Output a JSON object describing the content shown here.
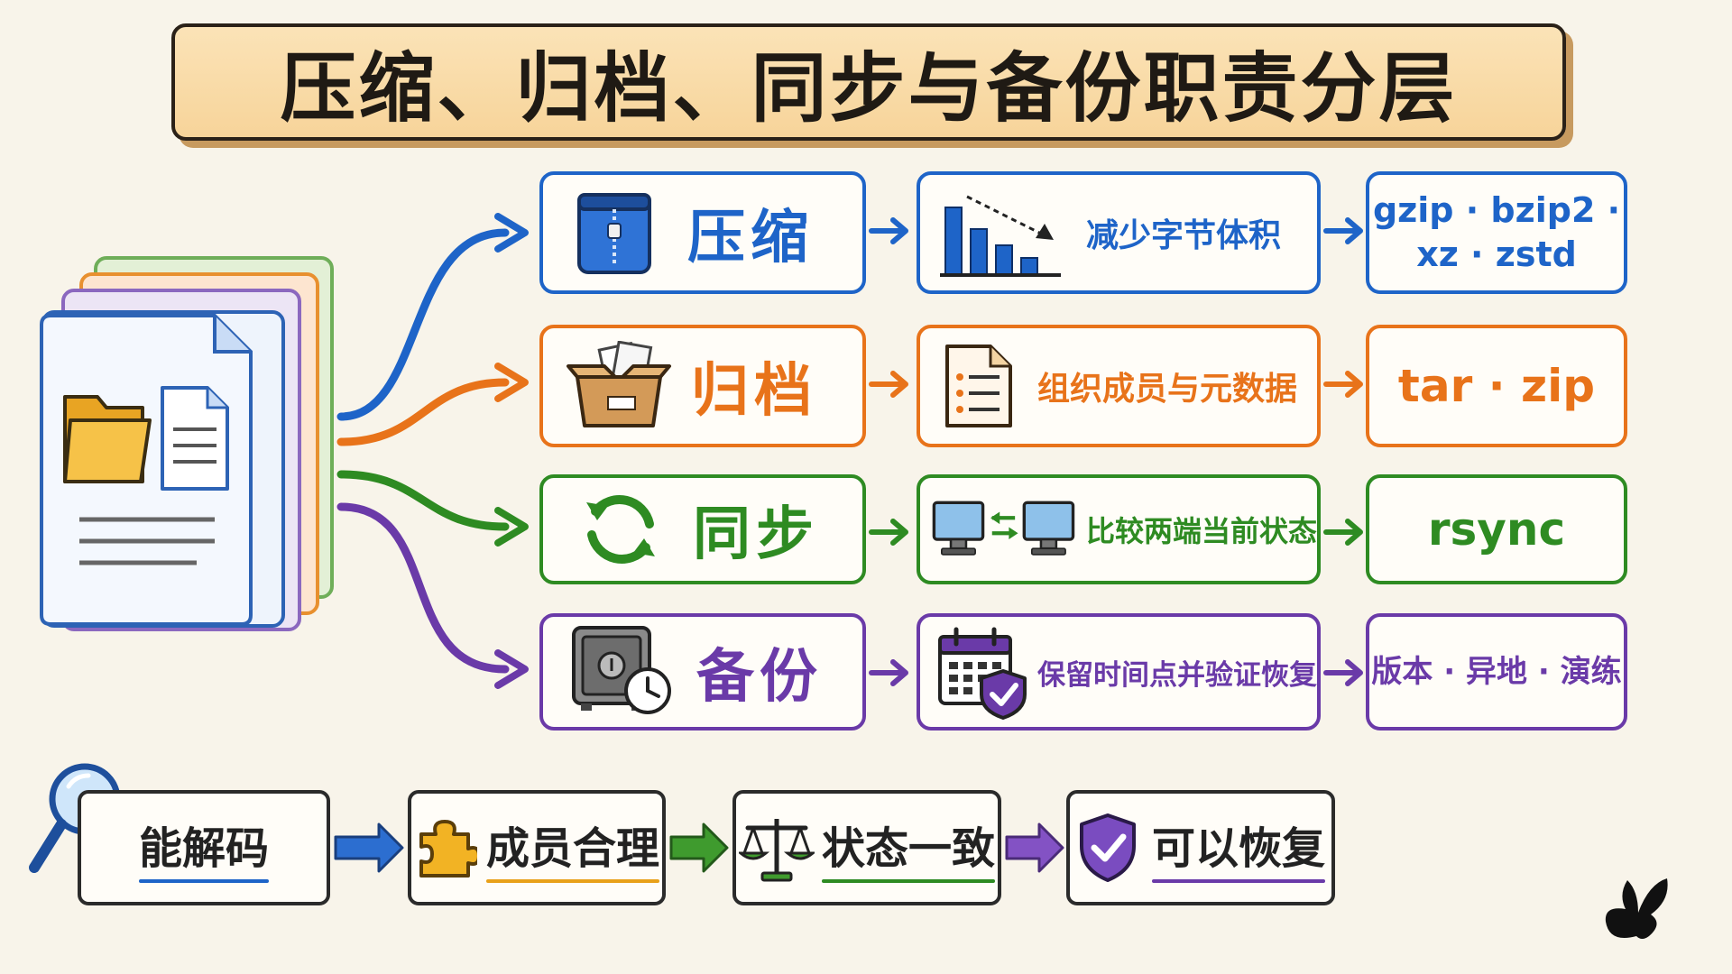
{
  "title": "压缩、归档、同步与备份职责分层",
  "rows": [
    {
      "key": "compress",
      "label": "压缩",
      "desc": "减少字节体积",
      "tools": [
        "gzip · bzip2 ·",
        "xz · zstd"
      ],
      "color": "#1e64c8"
    },
    {
      "key": "archive",
      "label": "归档",
      "desc": "组织成员与元数据",
      "tools": [
        "tar · zip"
      ],
      "color": "#e8731a"
    },
    {
      "key": "sync",
      "label": "同步",
      "desc": "比较两端当前状态",
      "tools": [
        "rsync"
      ],
      "color": "#2e8b22"
    },
    {
      "key": "backup",
      "label": "备份",
      "desc": "保留时间点并验证恢复",
      "tools": [
        "版本 · 异地 · 演练"
      ],
      "color": "#6a3aa8"
    }
  ],
  "chain": [
    {
      "label": "能解码",
      "color": "#1e64c8"
    },
    {
      "label": "成员合理",
      "color": "#e8a11a"
    },
    {
      "label": "状态一致",
      "color": "#2e8b22"
    },
    {
      "label": "可以恢复",
      "color": "#6a3aa8"
    }
  ]
}
